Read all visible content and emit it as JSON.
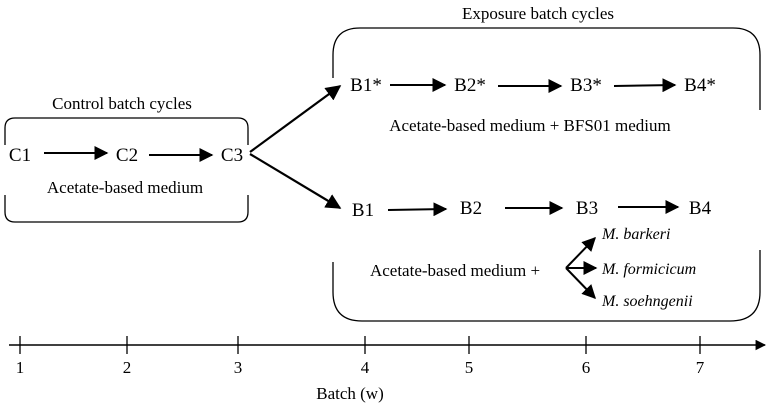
{
  "control": {
    "title": "Control batch cycles",
    "nodes": [
      "C1",
      "C2",
      "C3"
    ],
    "medium": "Acetate-based medium"
  },
  "exposure": {
    "title": "Exposure batch cycles",
    "upper_nodes": [
      "B1*",
      "B2*",
      "B3*",
      "B4*"
    ],
    "upper_medium": "Acetate-based medium + BFS01 medium",
    "lower_nodes": [
      "B1",
      "B2",
      "B3",
      "B4"
    ],
    "lower_medium": "Acetate-based medium +",
    "methanogens": [
      "M. barkeri",
      "M. formicicum",
      "M. soehngenii"
    ]
  },
  "axis": {
    "ticks": [
      "1",
      "2",
      "3",
      "4",
      "5",
      "6",
      "7"
    ],
    "label": "Batch (w)"
  }
}
